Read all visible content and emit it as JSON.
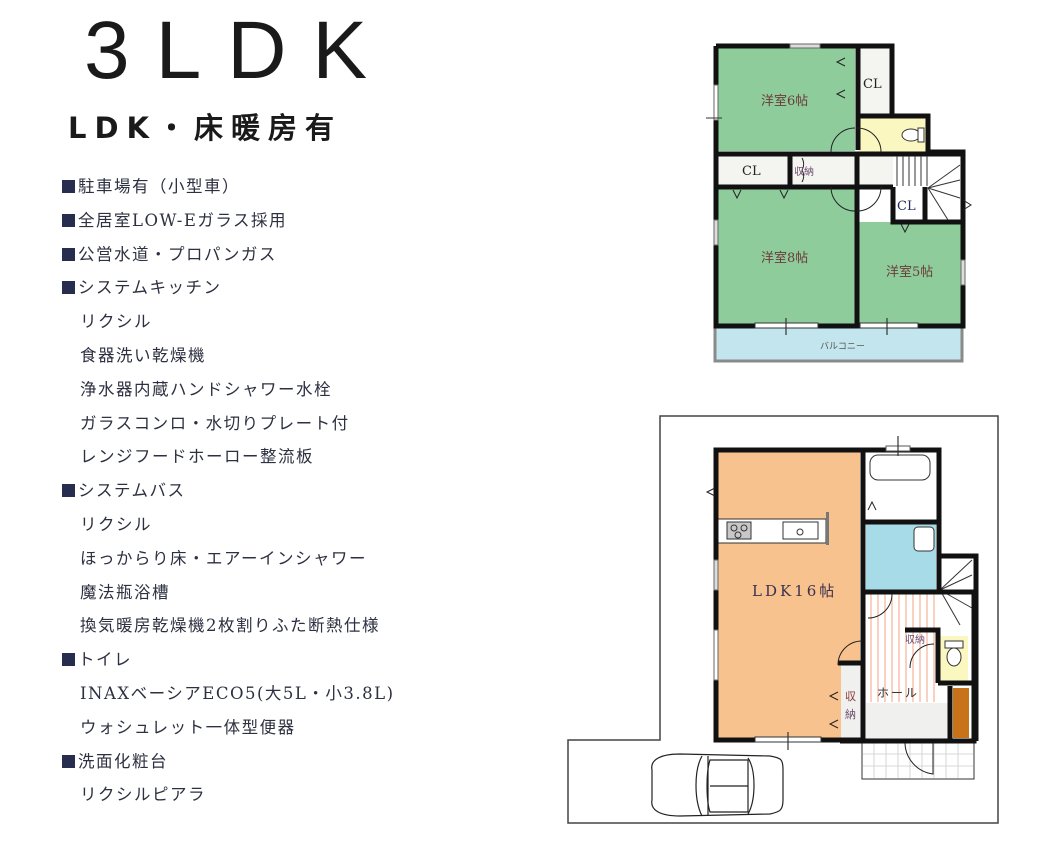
{
  "header": {
    "title": "3LDK",
    "subtitle": "LDK・床暖房有"
  },
  "specs": [
    {
      "type": "head",
      "text": "駐車場有（小型車）"
    },
    {
      "type": "head",
      "text": "全居室LOW-Eガラス採用"
    },
    {
      "type": "head",
      "text": "公営水道・プロパンガス"
    },
    {
      "type": "head",
      "text": "システムキッチン"
    },
    {
      "type": "sub",
      "text": "リクシル"
    },
    {
      "type": "sub",
      "text": "食器洗い乾燥機"
    },
    {
      "type": "sub",
      "text": "浄水器内蔵ハンドシャワー水栓"
    },
    {
      "type": "sub",
      "text": "ガラスコンロ・水切りプレート付"
    },
    {
      "type": "sub",
      "text": "レンジフードホーロー整流板"
    },
    {
      "type": "head",
      "text": "システムバス"
    },
    {
      "type": "sub",
      "text": "リクシル"
    },
    {
      "type": "sub",
      "text": "ほっからり床・エアーインシャワー"
    },
    {
      "type": "sub",
      "text": "魔法瓶浴槽"
    },
    {
      "type": "sub",
      "text": "換気暖房乾燥機2枚割りふた断熱仕様"
    },
    {
      "type": "head",
      "text": "トイレ"
    },
    {
      "type": "sub",
      "text": "INAXベーシアECO5(大5L・小3.8L)"
    },
    {
      "type": "sub",
      "text": "ウォシュレット一体型便器"
    },
    {
      "type": "head",
      "text": "洗面化粧台"
    },
    {
      "type": "sub",
      "text": "リクシルピアラ"
    }
  ],
  "floor2": {
    "rooms": {
      "western6": "洋室6帖",
      "western8": "洋室8帖",
      "western5": "洋室5帖",
      "closet_a": "CL",
      "closet_b": "CL",
      "closet_c": "CL",
      "storage": "収納",
      "balcony": "バルコニー"
    }
  },
  "floor1": {
    "rooms": {
      "ldk": "LDK16帖",
      "hall": "ホール",
      "storage_a": "収納",
      "storage_b": "収",
      "storage_b2": "納"
    }
  },
  "colors": {
    "western_room": "#8fcc9c",
    "ldk": "#f7c28e",
    "toilet": "#fbf7c0",
    "washroom": "#a8dbe8",
    "balcony": "#c3e6ee",
    "wall": "#111111",
    "shoe_cabinet": "#c8721a",
    "bullet": "#262d4f"
  }
}
